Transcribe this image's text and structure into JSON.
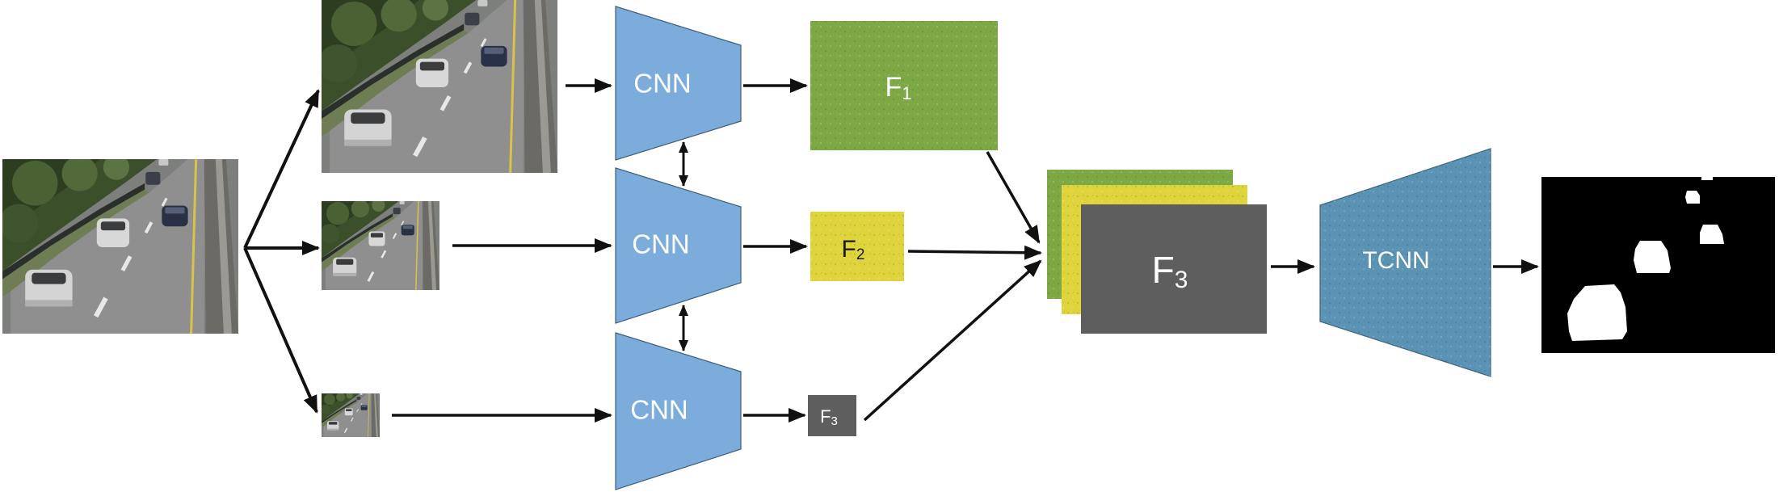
{
  "cnn_blocks": [
    {
      "label": "CNN"
    },
    {
      "label": "CNN"
    },
    {
      "label": "CNN"
    }
  ],
  "features": [
    {
      "main": "F",
      "sub": "1",
      "color": "#7da944"
    },
    {
      "main": "F",
      "sub": "2",
      "color": "#e0d43d"
    },
    {
      "main": "F",
      "sub": "3",
      "color": "#5e5e5e"
    }
  ],
  "fused": {
    "main": "F",
    "sub": "3",
    "colors": [
      "#7da944",
      "#e0d43d",
      "#5e5e5e"
    ]
  },
  "tcnn": {
    "label": "TCNN",
    "color": "#5a93b4"
  },
  "colors": {
    "cnn_fill": "#7bacdc",
    "arrow": "#111111",
    "mask_bg": "#000000",
    "mask_fg": "#ffffff",
    "road": "#8e8f8e",
    "foliage": "#3b4e2a"
  },
  "icons": [
    "input-frame-image",
    "scaled-frame-image",
    "segmentation-mask-image"
  ]
}
